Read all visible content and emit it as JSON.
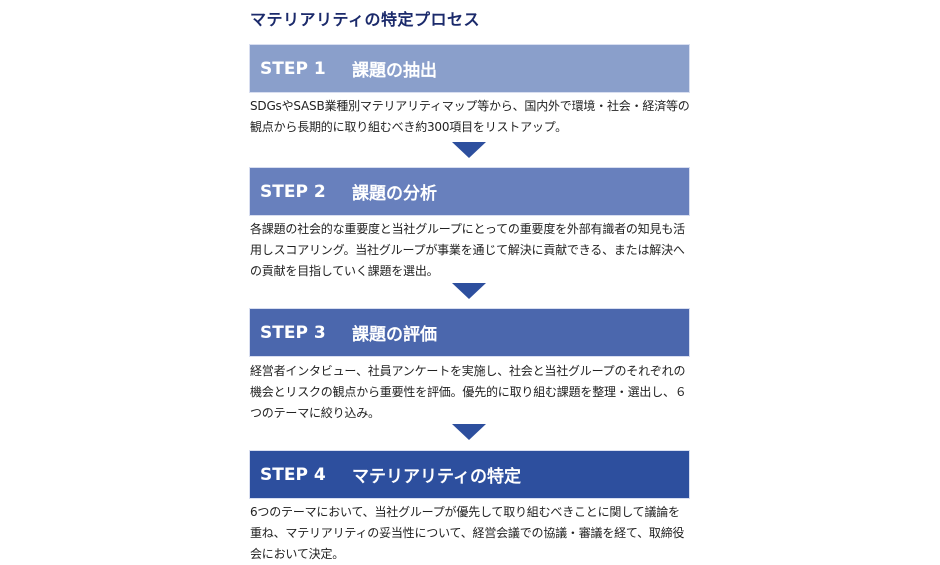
{
  "title": "マテリアリティの特定プロセス",
  "steps": [
    {
      "label": "STEP 1",
      "name": "課題の抽出",
      "color": "#8a9fcb",
      "description": "SDGsやSASB業種別マテリアリティマップ等から、国内外で環境・社会・経済等の観点から長期的に取り組むべき約300項目をリストアップ。"
    },
    {
      "label": "STEP 2",
      "name": "課題の分析",
      "color": "#6880bd",
      "description": "各課題の社会的な重要度と当社グループにとっての重要度を外部有識者の知見も活用しスコアリング。当社グループが事業を通じて解決に貢献できる、または解決への貢献を目指していく課題を選出。"
    },
    {
      "label": "STEP 3",
      "name": "課題の評価",
      "color": "#4b67ad",
      "description": "経営者インタビュー、社員アンケートを実施し、社会と当社グループのそれぞれの機会とリスクの観点から重要性を評価。優先的に取り組む課題を整理・選出し、６つのテーマに絞り込み。"
    },
    {
      "label": "STEP 4",
      "name": "マテリアリティの特定",
      "color": "#2d4f9e",
      "description": "6つのテーマにおいて、当社グループが優先して取り組むべきことに関して議論を重ね、マテリアリティの妥当性について、経営会議での協議・審議を経て、取締役会において決定。"
    }
  ]
}
